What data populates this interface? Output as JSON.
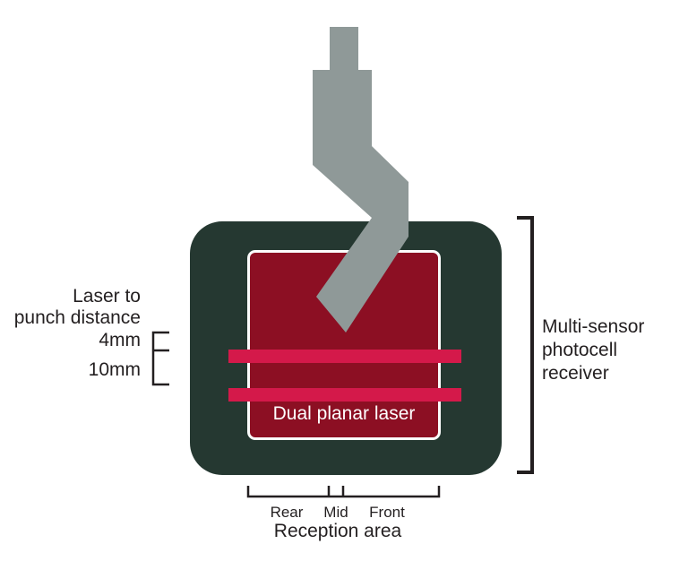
{
  "colors": {
    "background": "#ffffff",
    "receiver_body": "#253831",
    "laser_area": "#8c0f23",
    "laser_area_border": "#fbfbfb",
    "laser_beam": "#d4194a",
    "punch": "#8f9998",
    "text": "#231f20",
    "laser_label": "#ffffff"
  },
  "left_annotation": {
    "line1": "Laser to",
    "line2": "punch distance",
    "distance1": "4mm",
    "distance2": "10mm"
  },
  "right_annotation": {
    "line1": "Multi-sensor",
    "line2": "photocell",
    "line3": "receiver"
  },
  "laser_area_label": "Dual planar laser",
  "reception": {
    "zone1": "Rear",
    "zone2": "Mid",
    "zone3": "Front",
    "label": "Reception area"
  }
}
